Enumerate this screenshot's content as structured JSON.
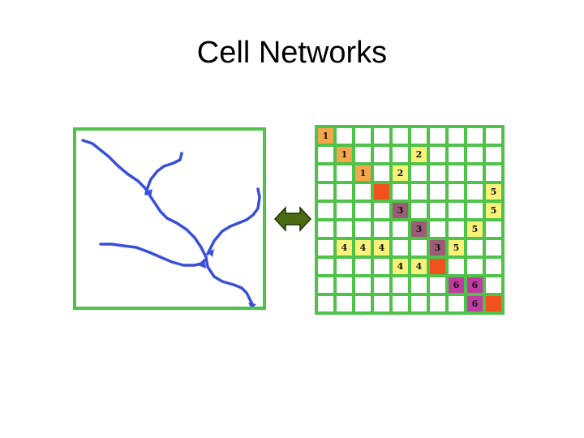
{
  "slide": {
    "title": "Cell Networks"
  },
  "colors": {
    "grid_line": "#4fc24a",
    "stream": "#3a4fd8",
    "arrow_fill": "#4a6b12",
    "orange": "#f4a64a",
    "yellow": "#f7f27a",
    "red": "#f2501c",
    "mauve": "#9c5b76",
    "magenta": "#c23aa3"
  },
  "matrix": {
    "rows": 10,
    "cols": 10,
    "cells": [
      {
        "r": 0,
        "c": 0,
        "label": "1",
        "color": "orange"
      },
      {
        "r": 1,
        "c": 1,
        "label": "1",
        "color": "orange"
      },
      {
        "r": 1,
        "c": 5,
        "label": "2",
        "color": "yellow"
      },
      {
        "r": 2,
        "c": 2,
        "label": "1",
        "color": "orange"
      },
      {
        "r": 2,
        "c": 4,
        "label": "2",
        "color": "yellow"
      },
      {
        "r": 3,
        "c": 3,
        "label": "",
        "color": "red"
      },
      {
        "r": 3,
        "c": 9,
        "label": "5",
        "color": "yellow"
      },
      {
        "r": 4,
        "c": 4,
        "label": "3",
        "color": "mauve"
      },
      {
        "r": 4,
        "c": 9,
        "label": "5",
        "color": "yellow"
      },
      {
        "r": 5,
        "c": 5,
        "label": "3",
        "color": "mauve"
      },
      {
        "r": 5,
        "c": 8,
        "label": "5",
        "color": "yellow"
      },
      {
        "r": 6,
        "c": 1,
        "label": "4",
        "color": "yellow"
      },
      {
        "r": 6,
        "c": 2,
        "label": "4",
        "color": "yellow"
      },
      {
        "r": 6,
        "c": 3,
        "label": "4",
        "color": "yellow"
      },
      {
        "r": 6,
        "c": 6,
        "label": "3",
        "color": "mauve"
      },
      {
        "r": 6,
        "c": 7,
        "label": "5",
        "color": "yellow"
      },
      {
        "r": 7,
        "c": 4,
        "label": "4",
        "color": "yellow"
      },
      {
        "r": 7,
        "c": 5,
        "label": "4",
        "color": "yellow"
      },
      {
        "r": 7,
        "c": 6,
        "label": "",
        "color": "red"
      },
      {
        "r": 8,
        "c": 7,
        "label": "6",
        "color": "magenta"
      },
      {
        "r": 8,
        "c": 8,
        "label": "6",
        "color": "magenta"
      },
      {
        "r": 9,
        "c": 8,
        "label": "6",
        "color": "magenta"
      },
      {
        "r": 9,
        "c": 9,
        "label": "",
        "color": "red"
      }
    ]
  }
}
